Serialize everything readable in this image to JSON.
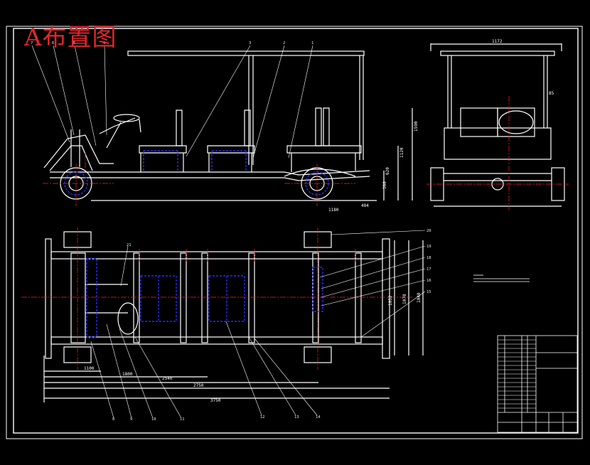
{
  "title": "A布置图",
  "colors": {
    "background": "#000000",
    "line": "#ffffff",
    "hidden": "#2a2aff",
    "center": "#ff2020",
    "title": "#e0262c"
  },
  "side_view": {
    "callouts": [
      "7",
      "6",
      "5",
      "4",
      "3",
      "2",
      "1"
    ],
    "dims": [
      "1590",
      "1120",
      "620",
      "360",
      "1180",
      "484"
    ]
  },
  "front_view": {
    "dims": [
      "1172",
      "85"
    ]
  },
  "plan_view": {
    "callouts_right": [
      "20",
      "19",
      "18",
      "17",
      "16",
      "15"
    ],
    "callout_left": "21",
    "callouts_bottom": [
      "8",
      "9",
      "10",
      "11",
      "12",
      "13",
      "14"
    ],
    "dims_bottom": [
      "1100",
      "1800",
      "2540",
      "2750",
      "3750"
    ],
    "dims_right": [
      "1052",
      "1070",
      "1040"
    ]
  }
}
